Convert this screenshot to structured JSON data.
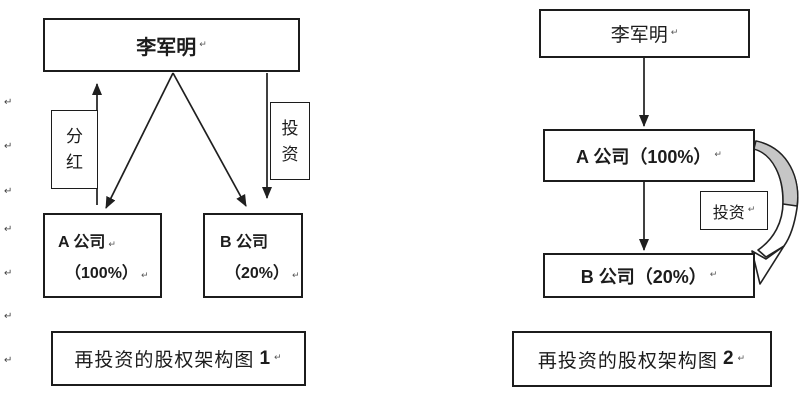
{
  "page": {
    "background": "#ffffff"
  },
  "colors": {
    "line": "#1f1f1f",
    "border": "#1c1c1c",
    "curved_arrow_gray": "#c6c6c6"
  },
  "symbols": {
    "paragraph_mark": "↵"
  },
  "diagram1": {
    "person": "李军明",
    "dividend_label_chars": [
      "分",
      "红"
    ],
    "invest_label_chars": [
      "投",
      "资"
    ],
    "company_a": {
      "line1": "A 公司",
      "line2": "（100%）"
    },
    "company_b": {
      "line1": "B 公司",
      "line2": "（20%）"
    },
    "caption": "再投资的股权架构图",
    "caption_number": "1"
  },
  "diagram2": {
    "person": "李军明",
    "company_a": "A 公司（100%）",
    "invest_label": "投资",
    "company_b": "B 公司（20%）",
    "caption": "再投资的股权架构图",
    "caption_number": "2"
  }
}
